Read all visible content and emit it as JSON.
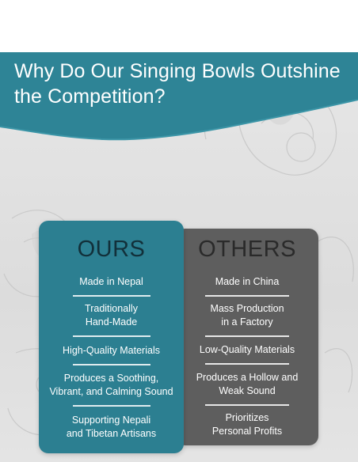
{
  "title": "Why Do Our Singing Bowls Outshine the Competition?",
  "ours": {
    "heading": "OURS",
    "items": [
      {
        "line1": "Made in Nepal",
        "line2": ""
      },
      {
        "line1": "Traditionally",
        "line2": "Hand-Made"
      },
      {
        "line1": "High-Quality Materials",
        "line2": ""
      },
      {
        "line1": "Produces a Soothing,",
        "line2": "Vibrant, and Calming Sound"
      },
      {
        "line1": "Supporting Nepali",
        "line2": "and Tibetan Artisans"
      }
    ]
  },
  "others": {
    "heading": "OTHERS",
    "items": [
      {
        "line1": "Made in China",
        "line2": ""
      },
      {
        "line1": "Mass Production",
        "line2": "in a Factory"
      },
      {
        "line1": "Low-Quality Materials",
        "line2": ""
      },
      {
        "line1": "Produces a Hollow and",
        "line2": "Weak Sound"
      },
      {
        "line1": "Prioritizes",
        "line2": "Personal Profits"
      }
    ]
  },
  "colors": {
    "teal": "#2c7f91",
    "gray_card": "#5e5e5e",
    "header": "#2e8496"
  }
}
